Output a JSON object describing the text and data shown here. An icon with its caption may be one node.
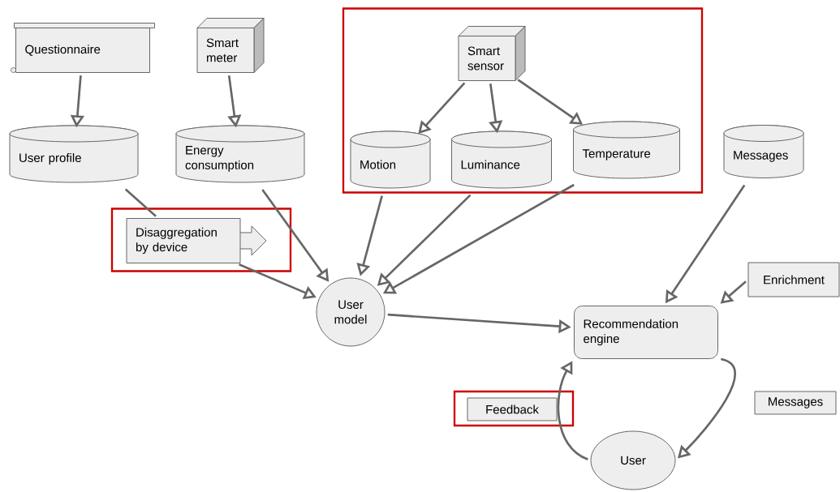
{
  "diagram": {
    "nodes": [
      {
        "text": [
          "Questionnaire"
        ]
      },
      {
        "text": [
          "Smart meter"
        ]
      },
      {
        "text": [],
        "shape": "box"
      },
      {
        "text": [
          "Smart sensor"
        ],
        "in": 2
      },
      {
        "text": [
          "User profile"
        ]
      },
      {
        "text": [
          "Energy consumption"
        ]
      },
      {
        "text": [
          "Motion"
        ],
        "in": 2
      },
      {
        "text": [
          "Luminance"
        ],
        "in": 2
      },
      {
        "text": [
          "Temperature"
        ],
        "in": 2
      },
      {
        "text": [
          "Messages"
        ]
      },
      {
        "text": [],
        "shape": "box"
      },
      {
        "text": [
          "Disaggregation by device"
        ],
        "in": 10
      },
      {
        "text": [
          "Enrichment"
        ]
      },
      {
        "text": [
          "User model"
        ]
      },
      {
        "text": [
          "Recommendation engine"
        ]
      },
      {
        "text": [],
        "shape": "box"
      },
      {
        "text": [
          "Feedback"
        ],
        "in": 15
      },
      {
        "text": [
          "Messages"
        ]
      },
      {
        "text": [
          "User"
        ]
      }
    ],
    "edges": [
      {
        "from": 0,
        "to": 4,
        "arrow": "to"
      },
      {
        "from": 1,
        "to": 5,
        "arrow": "to"
      },
      {
        "from": 3,
        "to": 6,
        "arrow": "to"
      },
      {
        "from": 3,
        "to": 7,
        "arrow": "to"
      },
      {
        "from": 3,
        "to": 8,
        "arrow": "to"
      },
      {
        "from": 4,
        "to": 11,
        "arrow": "none"
      },
      {
        "from": 11,
        "to": 13,
        "arrow": "to"
      },
      {
        "from": 5,
        "to": 13,
        "arrow": "to"
      },
      {
        "from": 6,
        "to": 13,
        "arrow": "to"
      },
      {
        "from": 7,
        "to": 13,
        "arrow": "to"
      },
      {
        "from": 8,
        "to": 13,
        "arrow": "to"
      },
      {
        "from": 9,
        "to": 14,
        "arrow": "to"
      },
      {
        "from": 12,
        "to": 14,
        "arrow": "to"
      },
      {
        "from": 13,
        "to": 14,
        "arrow": "to"
      },
      {
        "from": 14,
        "to": 18,
        "arrow": "to"
      },
      {
        "from": 18,
        "to": 14,
        "arrow": "to"
      }
    ]
  }
}
